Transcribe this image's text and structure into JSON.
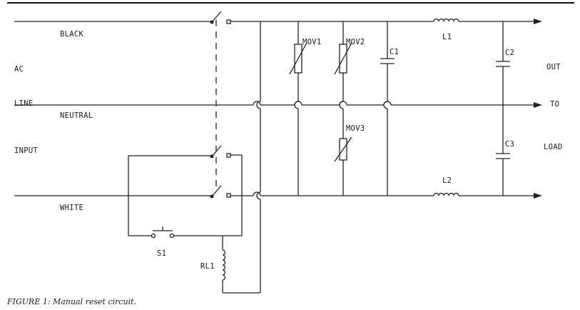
{
  "labels": {
    "black": "BLACK",
    "ac": "AC",
    "line": "LINE",
    "neutral": "NEUTRAL",
    "input": "INPUT",
    "white": "WHITE",
    "mov1": "MOV1",
    "mov2": "MOV2",
    "mov3": "MOV3",
    "c1": "C1",
    "c2": "C2",
    "c3": "C3",
    "l1": "L1",
    "l2": "L2",
    "s1": "S1",
    "rl1": "RL1",
    "out": "OUT",
    "to": "TO",
    "load": "LOAD"
  },
  "caption": "FIGURE 1: Manual reset circuit."
}
